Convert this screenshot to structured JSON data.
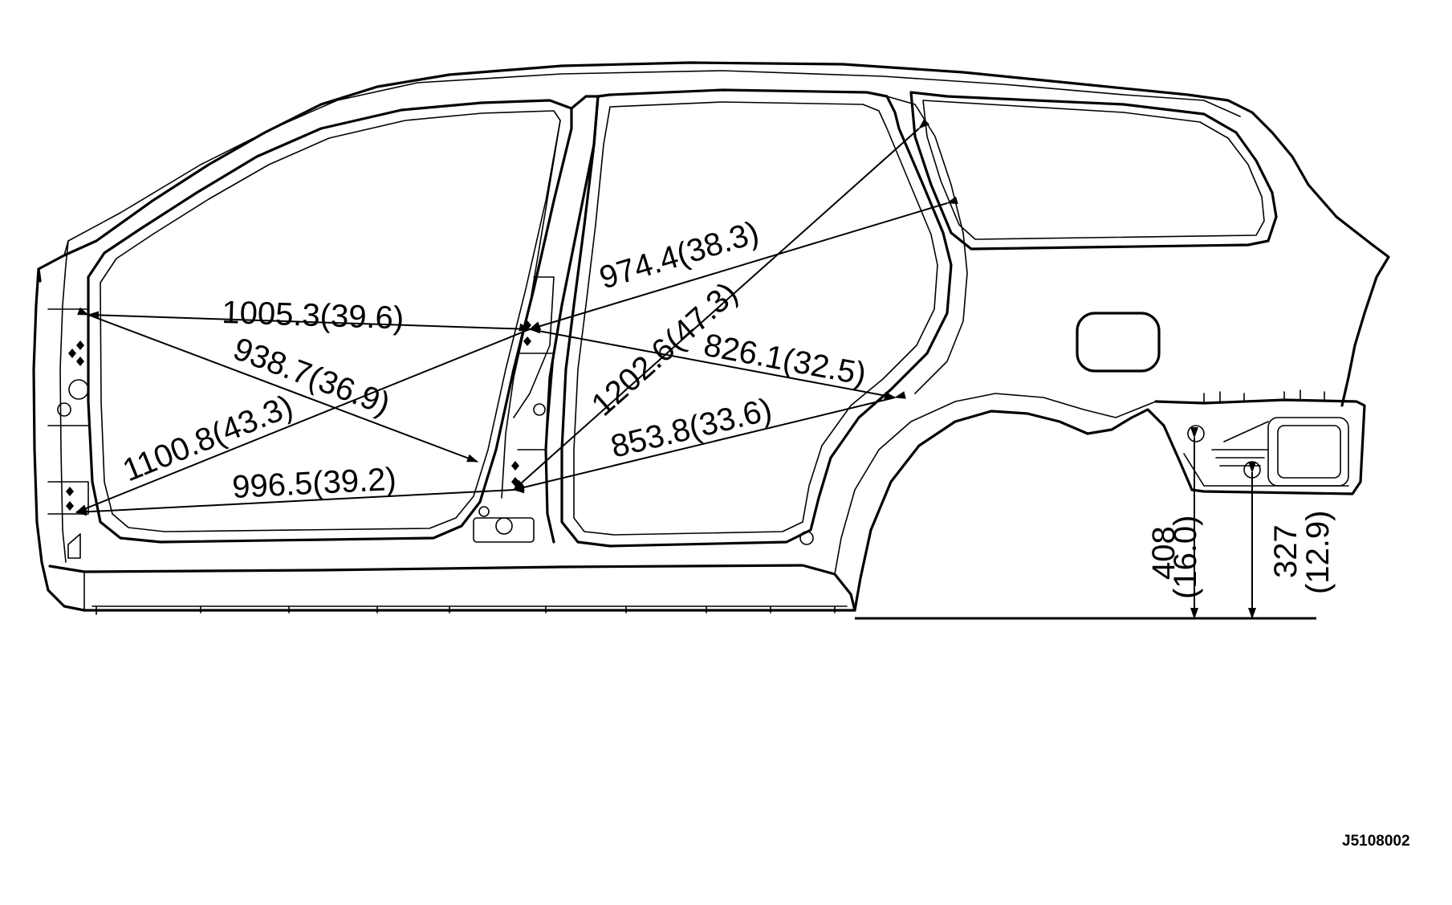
{
  "diagram": {
    "measurements": [
      {
        "id": "m1",
        "label": "1005.3(39.6)"
      },
      {
        "id": "m2",
        "label": "938.7(36.9)"
      },
      {
        "id": "m3",
        "label": "1100.8(43.3)"
      },
      {
        "id": "m4",
        "label": "996.5(39.2)"
      },
      {
        "id": "m5",
        "label": "974.4(38.3)"
      },
      {
        "id": "m6",
        "label": "1202.6(47.3)"
      },
      {
        "id": "m7",
        "label": "826.1(32.5)"
      },
      {
        "id": "m8",
        "label": "853.8(33.6)"
      }
    ],
    "heights": [
      {
        "id": "h1",
        "value": "408",
        "inch": "(16.0)"
      },
      {
        "id": "h2",
        "value": "327",
        "inch": "(12.9)"
      }
    ],
    "figure_code": "J5108002",
    "colors": {
      "line": "#000000",
      "background": "#ffffff"
    }
  }
}
